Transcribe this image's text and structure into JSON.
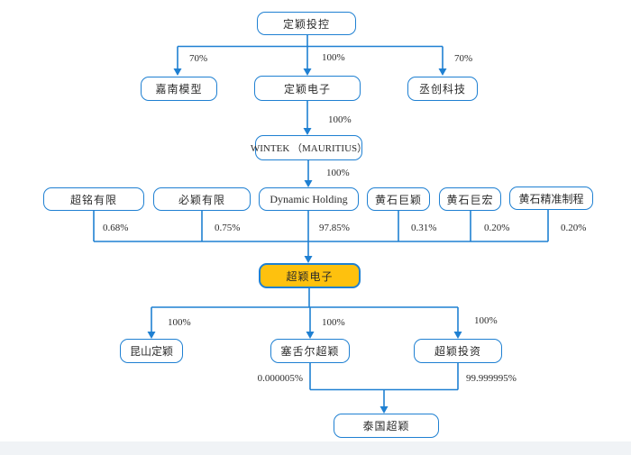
{
  "colors": {
    "line": "#1f80d2",
    "box_border": "#1f80d2",
    "box_fill": "#ffffff",
    "highlight_fill": "#fec10e",
    "text": "#2b2b2b",
    "footer_strip": "#f0f3f6",
    "background": "#ffffff"
  },
  "diagram": {
    "nodes": {
      "dy_holdings": {
        "label": "定颖投控"
      },
      "jianan_model": {
        "label": "嘉南模型"
      },
      "dy_electronics": {
        "label": "定颖电子"
      },
      "chengchuang_tech": {
        "label": "丞创科技"
      },
      "wintek_mauritius": {
        "label": "WINTEK （MAURITIUS）"
      },
      "chaoming_ltd": {
        "label": "超铭有限"
      },
      "biying_ltd": {
        "label": "必颖有限"
      },
      "dynamic_holding": {
        "label": "Dynamic Holding"
      },
      "huangshi_juying": {
        "label": "黄石巨颖"
      },
      "huangshi_juhong": {
        "label": "黄石巨宏"
      },
      "huangshi_precision": {
        "label": "黄石精准制程"
      },
      "chaoying_electronics": {
        "label": "超颖电子"
      },
      "kunshan_dingying": {
        "label": "昆山定颖"
      },
      "seychelles_chaoying": {
        "label": "塞舌尔超颖"
      },
      "chaoying_investment": {
        "label": "超颖投资"
      },
      "thailand_chaoying": {
        "label": "泰国超颖"
      }
    },
    "edge_labels": {
      "root_to_jianan": "70%",
      "root_to_dy_electronics": "100%",
      "root_to_chengchuang": "70%",
      "dy_electronics_to_wintek": "100%",
      "wintek_to_dynamic": "100%",
      "chaoming_stake": "0.68%",
      "biying_stake": "0.75%",
      "dynamic_stake": "97.85%",
      "huangshi_juying_stake": "0.31%",
      "huangshi_juhong_stake": "0.20%",
      "huangshi_precision_stake": "0.20%",
      "chaoying_to_kunshan": "100%",
      "chaoying_to_seychelles": "100%",
      "chaoying_to_investment": "100%",
      "seychelles_to_thailand": "0.000005%",
      "investment_to_thailand": "99.999995%"
    }
  }
}
